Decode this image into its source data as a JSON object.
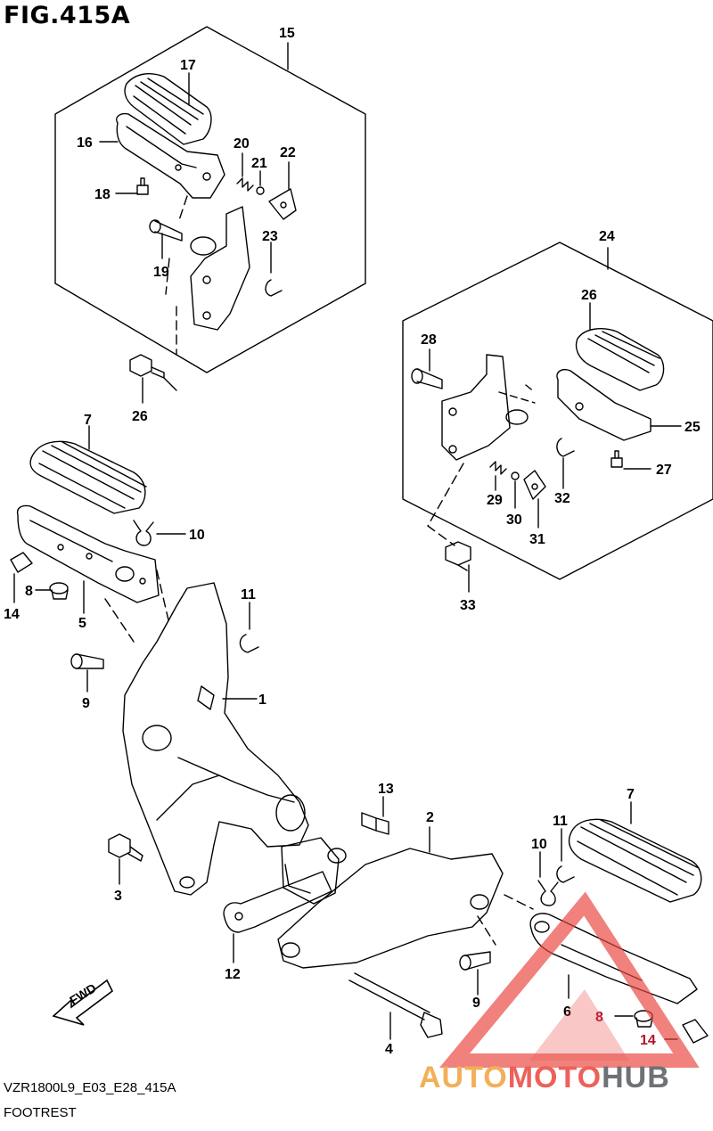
{
  "figure": {
    "title": "FIG.415A",
    "footer_code": "VZR1800L9_E03_E28_415A",
    "footer_name": "FOOTREST"
  },
  "callouts": [
    "1",
    "2",
    "3",
    "4",
    "5",
    "6",
    "7",
    "7",
    "8",
    "8",
    "9",
    "9",
    "10",
    "10",
    "11",
    "11",
    "12",
    "13",
    "14",
    "14",
    "15",
    "16",
    "17",
    "18",
    "19",
    "20",
    "21",
    "22",
    "23",
    "24",
    "25",
    "26",
    "26",
    "27",
    "28",
    "29",
    "30",
    "31",
    "32",
    "33"
  ],
  "direction_marker": "FWD",
  "watermark": {
    "part_a": "AUTO",
    "part_b": "MOTO",
    "part_c": "HUB",
    "color_orange": "#f2a23a",
    "color_red": "#e9463e",
    "color_gray": "#555a5e"
  },
  "colors": {
    "line": "#000000",
    "highlight_red": "#b0152a",
    "background": "#ffffff"
  }
}
